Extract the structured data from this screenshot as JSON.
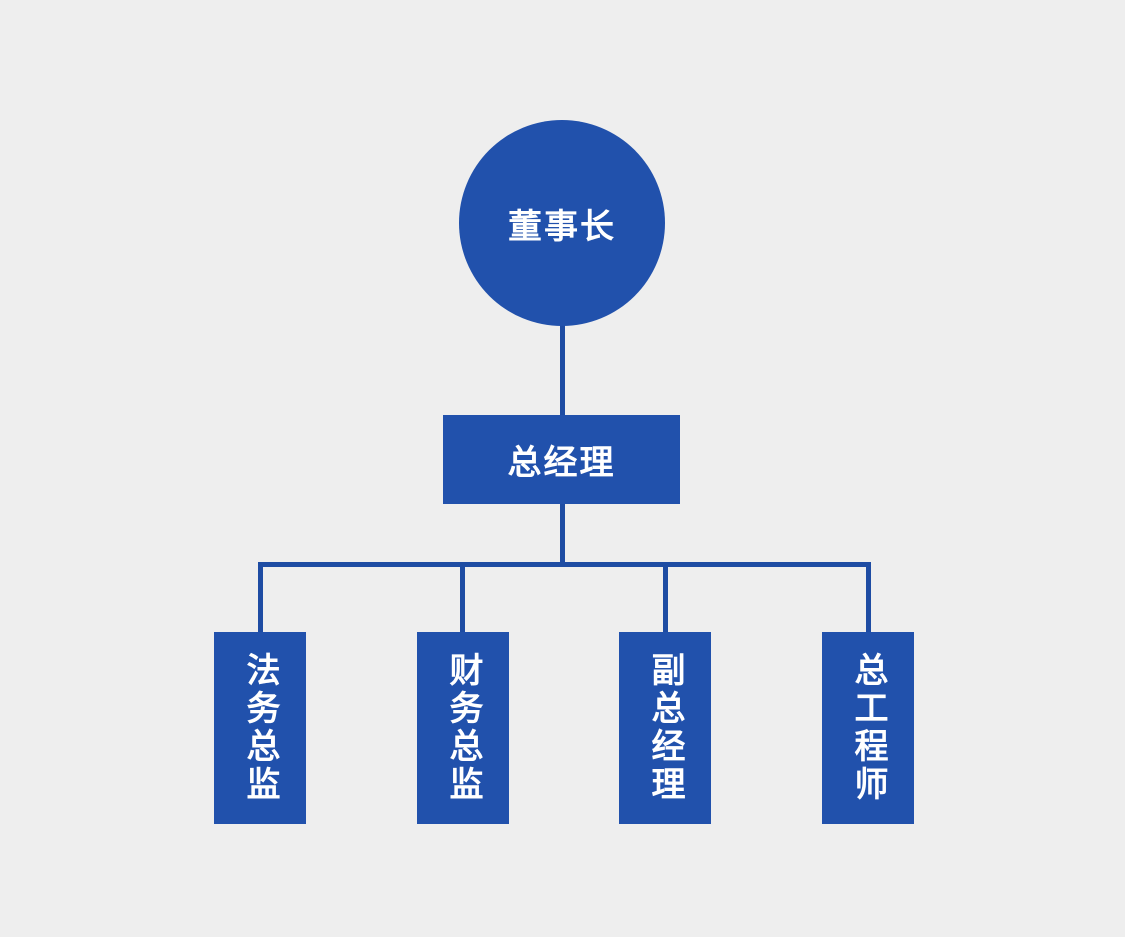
{
  "diagram": {
    "type": "org-chart",
    "background_color": "#eeeeee",
    "node_fill_color": "#2151ac",
    "connector_color": "#1e4ca3",
    "text_color": "#ffffff",
    "root": {
      "label": "董事长",
      "shape": "circle"
    },
    "manager": {
      "label": "总经理",
      "shape": "rectangle"
    },
    "children": [
      {
        "label": "法务总监",
        "shape": "vertical-rectangle"
      },
      {
        "label": "财务总监",
        "shape": "vertical-rectangle"
      },
      {
        "label": "副总经理",
        "shape": "vertical-rectangle"
      },
      {
        "label": "总工程师",
        "shape": "vertical-rectangle"
      }
    ]
  }
}
